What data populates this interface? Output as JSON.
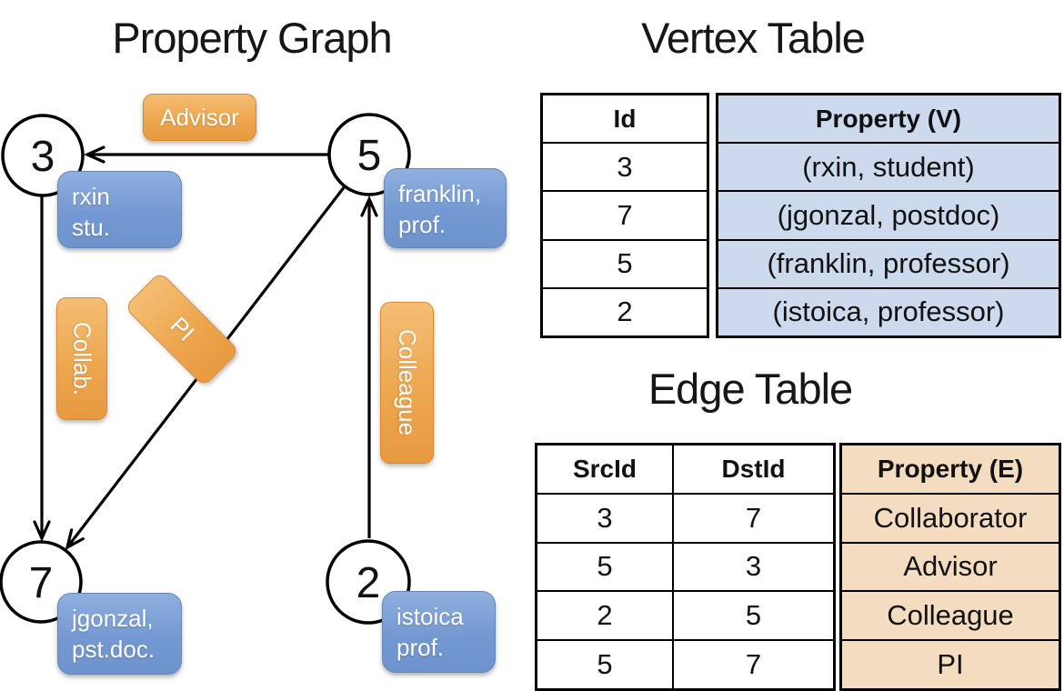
{
  "graph": {
    "title": "Property Graph",
    "nodes": {
      "n3": {
        "id": "3",
        "prop_line1": "rxin",
        "prop_line2": "stu."
      },
      "n5": {
        "id": "5",
        "prop_line1": "franklin,",
        "prop_line2": "prof."
      },
      "n7": {
        "id": "7",
        "prop_line1": "jgonzal,",
        "prop_line2": "pst.doc."
      },
      "n2": {
        "id": "2",
        "prop_line1": "istoica",
        "prop_line2": "prof."
      }
    },
    "edge_labels": {
      "advisor": "Advisor",
      "collaborator": "Collab.",
      "pi": "PI",
      "colleague": "Colleague"
    }
  },
  "vertex_table": {
    "title": "Vertex Table",
    "columns": {
      "id": "Id",
      "property": "Property (V)"
    },
    "rows": [
      {
        "id": "3",
        "property": "(rxin, student)"
      },
      {
        "id": "7",
        "property": "(jgonzal, postdoc)"
      },
      {
        "id": "5",
        "property": "(franklin, professor)"
      },
      {
        "id": "2",
        "property": "(istoica, professor)"
      }
    ]
  },
  "edge_table": {
    "title": "Edge Table",
    "columns": {
      "src": "SrcId",
      "dst": "DstId",
      "property": "Property (E)"
    },
    "rows": [
      {
        "src": "3",
        "dst": "7",
        "property": "Collaborator"
      },
      {
        "src": "5",
        "dst": "3",
        "property": "Advisor"
      },
      {
        "src": "2",
        "dst": "5",
        "property": "Colleague"
      },
      {
        "src": "5",
        "dst": "7",
        "property": "PI"
      }
    ]
  },
  "colors": {
    "vertex_property_fill": "#cdd9ed",
    "edge_property_fill": "#f4dcc1",
    "vertex_box_blue": "#7499d2",
    "edge_box_orange": "#eda74f",
    "line_black": "#000000"
  }
}
